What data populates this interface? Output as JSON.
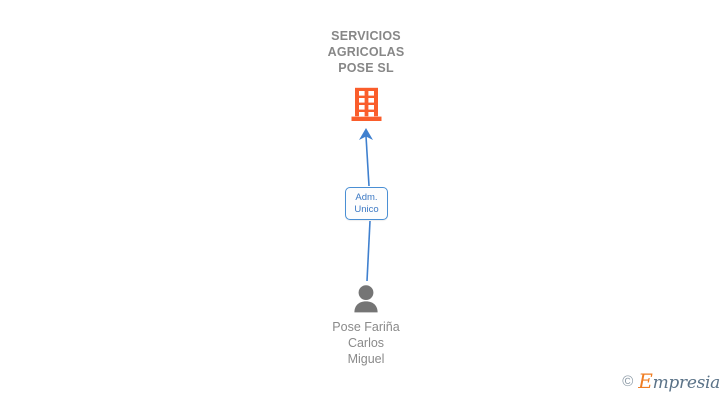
{
  "diagram": {
    "type": "org-chart",
    "background_color": "#ffffff",
    "company": {
      "name": "SERVICIOS AGRICOLAS POSE SL",
      "name_lines": "SERVICIOS\nAGRICOLAS\nPOSE SL",
      "icon": "building-icon",
      "icon_color": "#fa5d2b",
      "text_color": "#878787"
    },
    "relation": {
      "label": "Adm. Unico",
      "label_lines": "Adm.\nUnico",
      "text_color": "#3b78c3",
      "border_color": "#4a8fd4",
      "fill_color": "#fdfdfd"
    },
    "person": {
      "name": "Pose Fariña Carlos Miguel",
      "name_lines": "Pose Fariña\nCarlos\nMiguel",
      "icon": "person-icon",
      "icon_color": "#757575",
      "text_color": "#8a8a8a"
    },
    "connector": {
      "color": "#3f80cf",
      "direction": "person-to-company",
      "arrow": "arrow-up"
    }
  },
  "watermark": {
    "copyright_symbol": "©",
    "brand_initial": "E",
    "brand_rest": "mpresia",
    "brand": "Empresia",
    "initial_color": "#f07d22",
    "text_color": "#5b7388"
  }
}
